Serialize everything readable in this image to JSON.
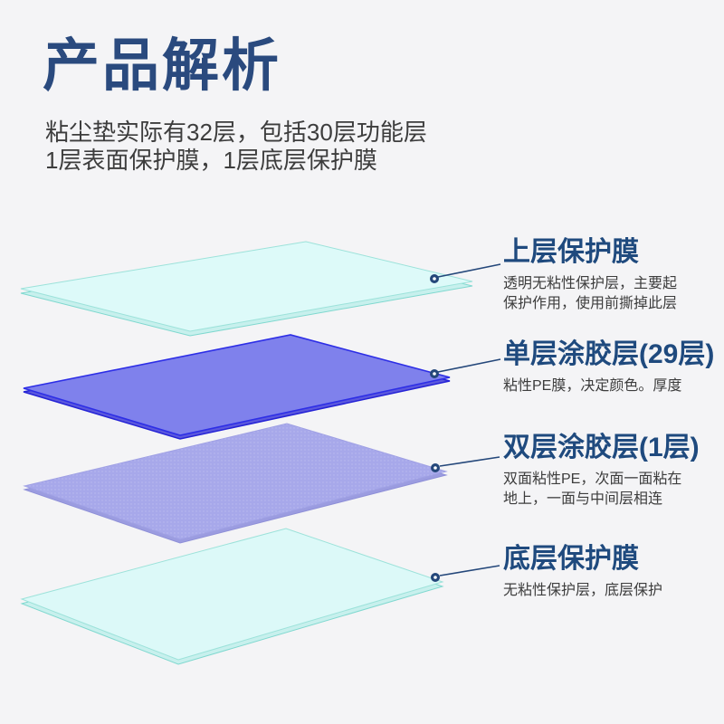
{
  "header": {
    "title": "产品解析",
    "subtitle": "粘尘垫实际有32层，包括30层功能层\n1层表面保护膜，1层底层保护膜"
  },
  "layers": [
    {
      "title": "上层保护膜",
      "description": "透明无粘性保护层，主要起\n保护作用，使用前撕掉此层",
      "fill": "#ddfaf9",
      "edge": "#9ce2da",
      "under_fill": "#c7f0ed",
      "under_edge": "#7fd8cf"
    },
    {
      "title": "单层涂胶层(29层)",
      "description": "粘性PE膜，决定颜色。厚度",
      "fill": "#7f81ec",
      "edge": "#2d2ee6",
      "under_fill": "#5b58dd",
      "under_edge": "#2523d6"
    },
    {
      "title": "双层涂胶层(1层)",
      "description": "双面粘性PE，次面一面粘在\n地上，一面与中间层相连",
      "fill": "#a7a8ea",
      "edge": "#9fa0e4",
      "under_fill": "#9b9ce0",
      "under_edge": "#8f90d8"
    },
    {
      "title": "底层保护膜",
      "description": "无粘性保护层，底层保护",
      "fill": "#dcf9f8",
      "edge": "#9ce2da",
      "under_fill": "#c7f0ed",
      "under_edge": "#7fd8cf"
    }
  ],
  "colors": {
    "background": "#f4f4f6",
    "accent_navy": "#2a4a7e",
    "connector": "#24477a",
    "body_text": "#3d3d3d"
  }
}
